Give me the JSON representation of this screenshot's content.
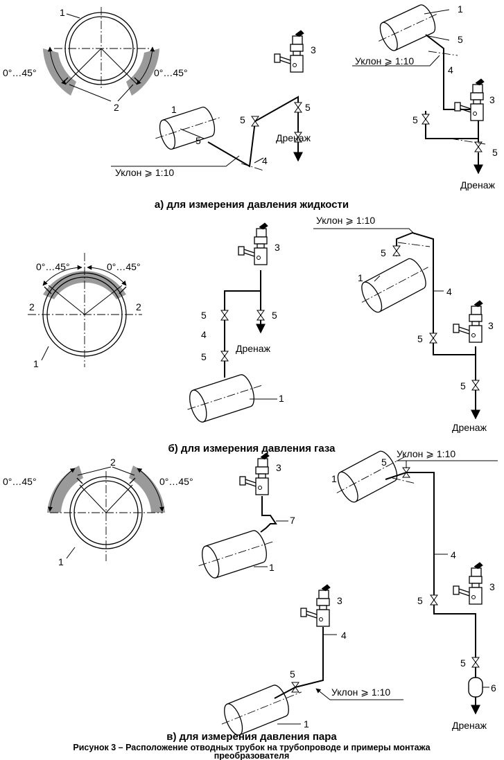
{
  "labels": {
    "pipeline": "1",
    "tap": "2",
    "transducer": "3",
    "impulse_line": "4",
    "valve": "5",
    "condensate_vessel": "6",
    "loop": "7"
  },
  "angle": "0°…45°",
  "slope": "Уклон ⩾ 1:10",
  "drain": "Дренаж",
  "captions": {
    "a": "а) для измерения давления жидкости",
    "b": "б) для измерения давления газа",
    "c": "в) для измерения давления пара"
  },
  "figure_title": {
    "line1": "Рисунок 3 – Расположение отводных трубок на трубопроводе и примеры монтажа",
    "line2": "преобразователя"
  },
  "colors": {
    "shade": "#9a9a9a",
    "ink": "#000000"
  }
}
